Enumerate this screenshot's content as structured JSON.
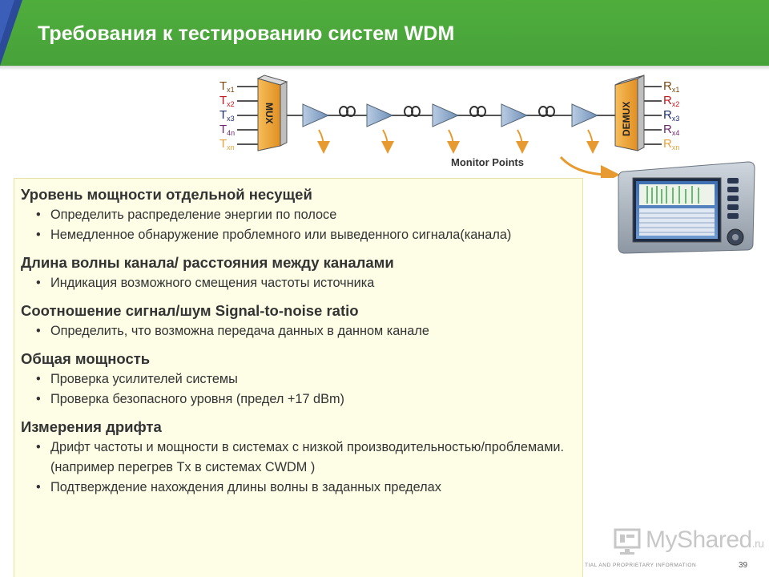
{
  "title": "Требования к тестированию систем WDM",
  "diagram": {
    "mux_label": "MUX",
    "demux_label": "DEMUX",
    "monitor_points": "Monitor Points",
    "tx": [
      {
        "base": "T",
        "sub": "x1",
        "color": "#7a4a12"
      },
      {
        "base": "T",
        "sub": "x2",
        "color": "#c0161e"
      },
      {
        "base": "T",
        "sub": "x3",
        "color": "#1f2f6b"
      },
      {
        "base": "T",
        "sub": "4n",
        "color": "#6b2a6b"
      },
      {
        "base": "T",
        "sub": "xn",
        "color": "#e7a23a"
      }
    ],
    "rx": [
      {
        "base": "R",
        "sub": "x1",
        "color": "#7a4a12"
      },
      {
        "base": "R",
        "sub": "x2",
        "color": "#c0161e"
      },
      {
        "base": "R",
        "sub": "x3",
        "color": "#1f2f6b"
      },
      {
        "base": "R",
        "sub": "x4",
        "color": "#6b2a6b"
      },
      {
        "base": "R",
        "sub": "xn",
        "color": "#e7a23a"
      }
    ]
  },
  "sections": [
    {
      "heading": "Уровень мощности отдельной несущей",
      "bullets": [
        "Определить распределение энергии по полосе",
        "Немедленное обнаружение проблемного или выведенного сигнала(канала)"
      ]
    },
    {
      "heading": "Длина волны канала/ расстояния между каналами",
      "bullets": [
        "Индикация возможного смещения частоты источника"
      ]
    },
    {
      "heading": "Соотношение сигнал/шум Signal-to-noise ratio",
      "bullets": [
        "Определить, что возможна передача данных в данном канале"
      ]
    },
    {
      "heading": "Общая мощность",
      "bullets": [
        "Проверка усилителей системы",
        "Проверка безопасного уровня (предел +17 dBm)"
      ]
    },
    {
      "heading": "Измерения дрифта",
      "bullets": [
        "Дрифт частоты и мощности в системах с низкой производительностью/проблемами. (например перегрев Tx в системах CWDM )",
        "Подтверждение нахождения длины волны в заданных пределах"
      ]
    }
  ],
  "footer": {
    "confidential": "TIAL AND PROPRIETARY INFORMATION",
    "page": "39"
  },
  "watermark": {
    "text": "MyShared",
    "ru": ".ru"
  },
  "colors": {
    "title_bar": "#4fad3c",
    "panel_bg": "#fefee6",
    "mux_fill": "#f2a33a",
    "amplifier": "#8aa8cc",
    "arrow": "#e79a2f"
  }
}
